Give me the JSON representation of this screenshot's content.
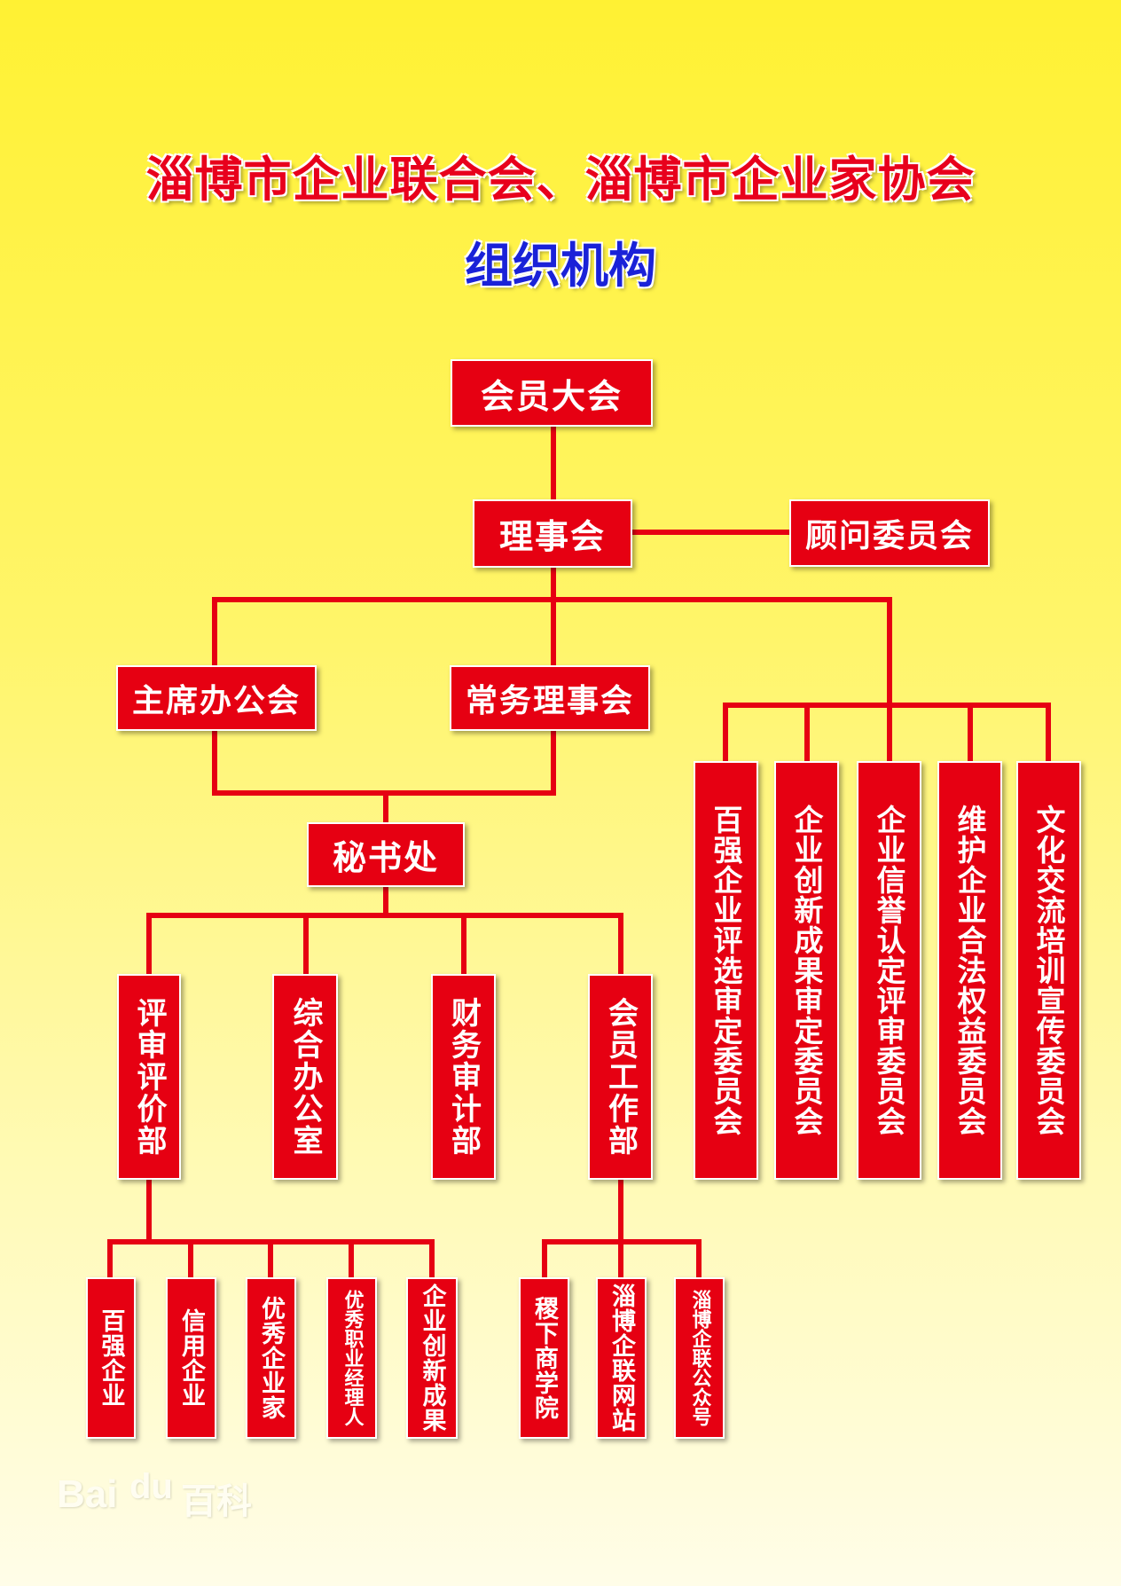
{
  "title": {
    "main": "淄博市企业联合会、淄博市企业家协会",
    "sub": "组织机构"
  },
  "colors": {
    "box": "#e60012",
    "line": "#e60012",
    "title_main": "#e8001c",
    "title_sub": "#1a22d8"
  },
  "nodes": {
    "general_assembly": "会员大会",
    "council": "理事会",
    "advisory": "顾问委员会",
    "chairman_office": "主席办公会",
    "standing_council": "常务理事会",
    "secretariat": "秘书处",
    "dept_review": "评审评价部",
    "dept_general_office": "综合办公室",
    "dept_finance": "财务审计部",
    "dept_member": "会员工作部",
    "committees": [
      "百强企业评选审定委员会",
      "企业创新成果审定委员会",
      "企业信誉认定评审委员会",
      "维护企业合法权益委员会",
      "文化交流培训宣传委员会"
    ],
    "review_units": [
      "百强企业",
      "信用企业",
      "优秀企业家",
      "优秀职业经理人",
      "企业创新成果"
    ],
    "member_units": [
      "稷下商学院",
      "淄博企联网站",
      "淄博企联公众号"
    ]
  },
  "watermark": {
    "brand": "Bai",
    "paw": "du",
    "label": "百科"
  }
}
